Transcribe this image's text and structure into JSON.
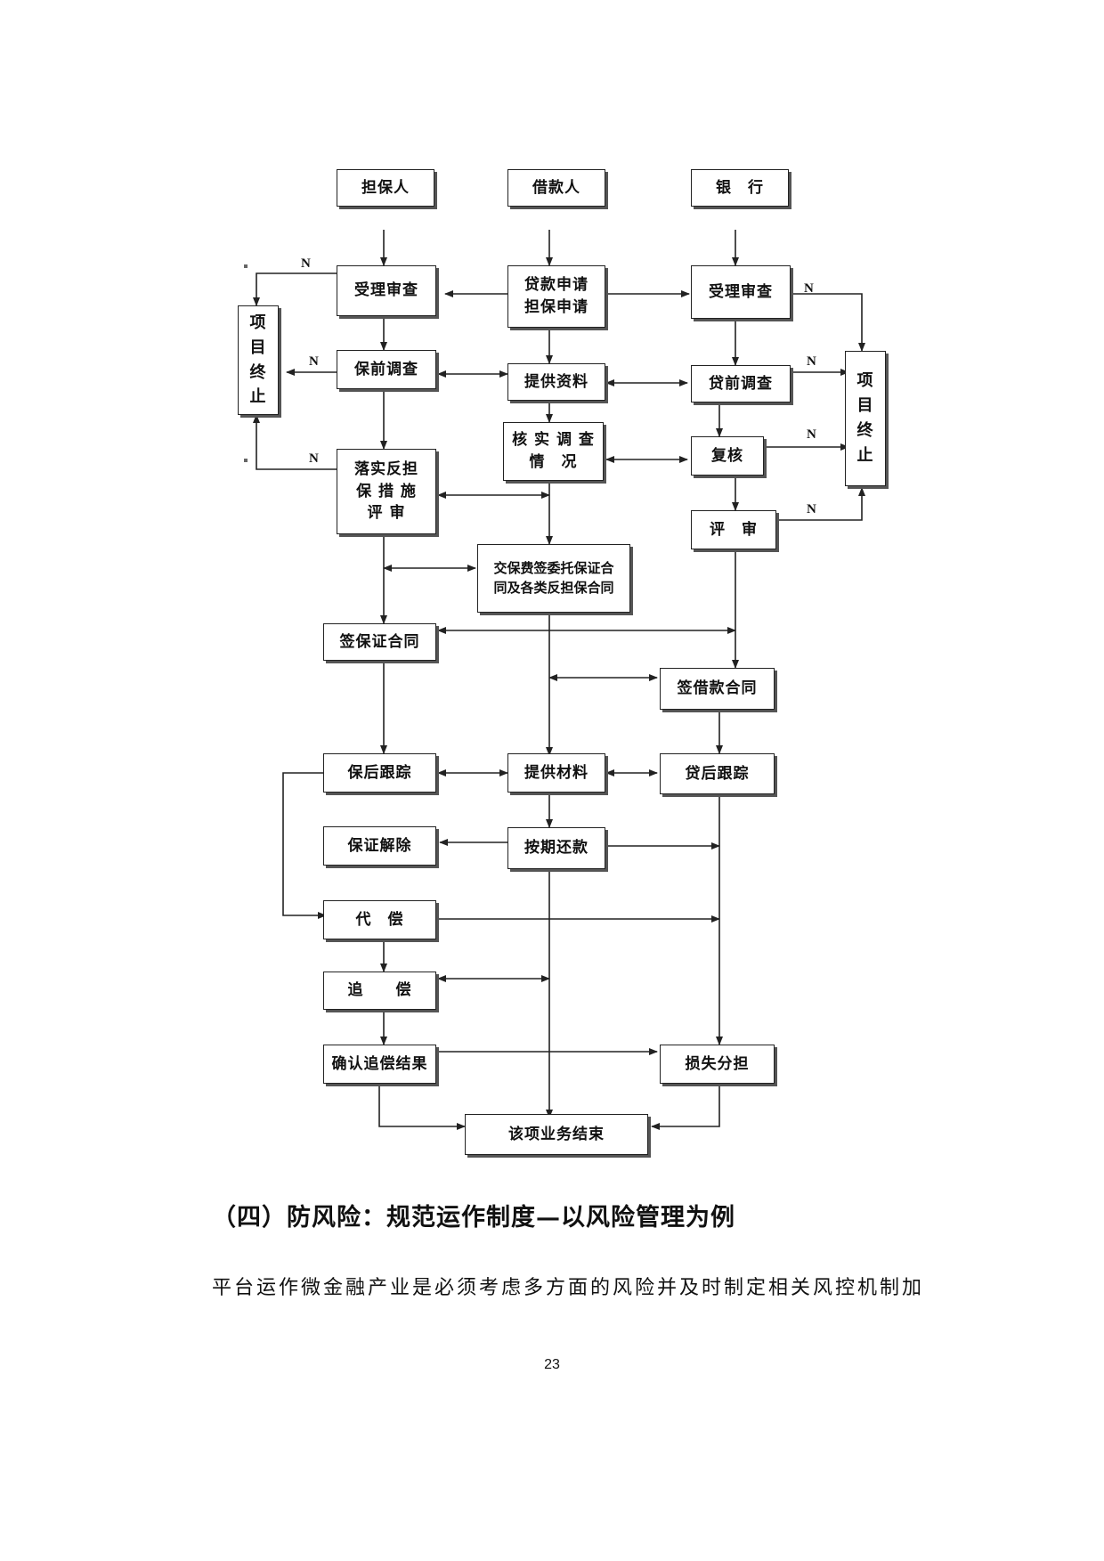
{
  "flowchart": {
    "headers": {
      "guarantor": "担保人",
      "borrower": "借款人",
      "bank": "银　行"
    },
    "guarantor_column": {
      "accept_review": "受理审查",
      "pre_investigation": "保前调查",
      "counter_guarantee": "落实反担\n保 措 施\n评 审",
      "sign_guarantee_contract": "签保证合同",
      "post_tracking": "保后跟踪",
      "release": "保证解除",
      "compensation": "代　偿",
      "recovery": "追　　偿",
      "confirm_recovery": "确认追偿结果"
    },
    "borrower_column": {
      "application": "贷款申请\n担保申请",
      "provide_info": "提供资料",
      "verify": "核 实 调 查\n情　况",
      "fees_contracts": "交保费签委托保证合\n同及各类反担保合同",
      "provide_materials": "提供材料",
      "repay": "按期还款"
    },
    "bank_column": {
      "accept_review": "受理审查",
      "pre_loan_investigation": "贷前调查",
      "recheck": "复核",
      "review": "评　审",
      "sign_loan_contract": "签借款合同",
      "post_loan_tracking": "贷后跟踪",
      "loss_sharing": "损失分担"
    },
    "terminate_left": "项\n目\n终\n止",
    "terminate_right": "项\n目\n终\n止",
    "end": "该项业务结束",
    "no_label": "N"
  },
  "section_heading": "（四）防风险：规范运作制度—以风险管理为例",
  "paragraph": "平台运作微金融产业是必须考虑多方面的风险并及时制定相关风控机制加",
  "page_number": "23"
}
